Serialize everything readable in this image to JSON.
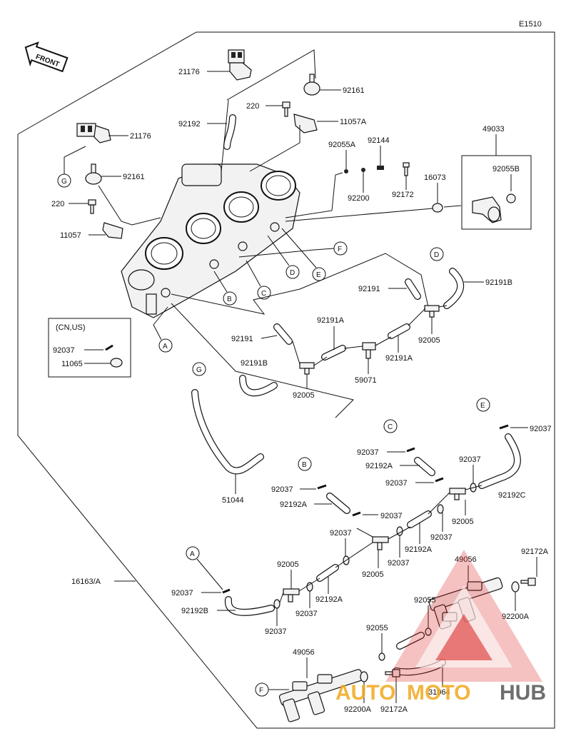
{
  "diagram_code": "E1510",
  "front_label": "FRONT",
  "region_note": "(CN,US)",
  "parts": {
    "p21176_top": "21176",
    "p21176_left": "21176",
    "p92161_top": "92161",
    "p92161_left": "92161",
    "p220_top": "220",
    "p220_left": "220",
    "p11057A": "11057A",
    "p11057": "11057",
    "p92192_top": "92192",
    "p92055A": "92055A",
    "p92144": "92144",
    "p92200": "92200",
    "p92172": "92172",
    "p16073": "16073",
    "p49033": "49033",
    "p92055B": "92055B",
    "p92191B_top": "92191B",
    "p92191_a": "92191",
    "p92191_b": "92191",
    "p92191A_a": "92191A",
    "p92191A_b": "92191A",
    "p92005_a": "92005",
    "p92005_b": "92005",
    "p59071": "59071",
    "p92191B_bot": "92191B",
    "p92037_cn": "92037",
    "p11065": "11065",
    "p51044": "51044",
    "p16163A": "16163/A",
    "p92037_e": "92037",
    "p92037_c1": "92037",
    "p92192A_c": "92192A",
    "p92037_c2": "92037",
    "p92037_c3": "92037",
    "p92192C": "92192C",
    "p92005_c": "92005",
    "p92037_b1": "92037",
    "p92192A_b": "92192A",
    "p92037_b2": "92037",
    "p92037_m1": "92037",
    "p92192A_m": "92192A",
    "p92037_m2": "92037",
    "p92005_m": "92005",
    "p92037_m3": "92037",
    "p92005_l": "92005",
    "p92192A_l": "92192A",
    "p92037_l1": "92037",
    "p92037_a1": "92037",
    "p92192B": "92192B",
    "p92037_a2": "92037",
    "p49056_top": "49056",
    "p92172A_top": "92172A",
    "p92055_a": "92055",
    "p92200A_top": "92200A",
    "p92055_b": "92055",
    "p49056_bot": "49056",
    "p31064": "31064",
    "p92200A_bot": "92200A",
    "p92172A_bot": "92172A"
  },
  "callouts": {
    "A1": "A",
    "A2": "A",
    "B1": "B",
    "B2": "B",
    "C1": "C",
    "C2": "C",
    "D1": "D",
    "D2": "D",
    "E1": "E",
    "E2": "E",
    "F1": "F",
    "F2": "F",
    "G1": "G",
    "G2": "G"
  },
  "watermark": {
    "auto": "AUTO",
    "moto": "MOTO",
    "hub": "HUB"
  },
  "colors": {
    "line": "#111111",
    "watermark_red": "#d91e1e",
    "watermark_orange": "#f2a81d",
    "watermark_gray": "#555555"
  }
}
